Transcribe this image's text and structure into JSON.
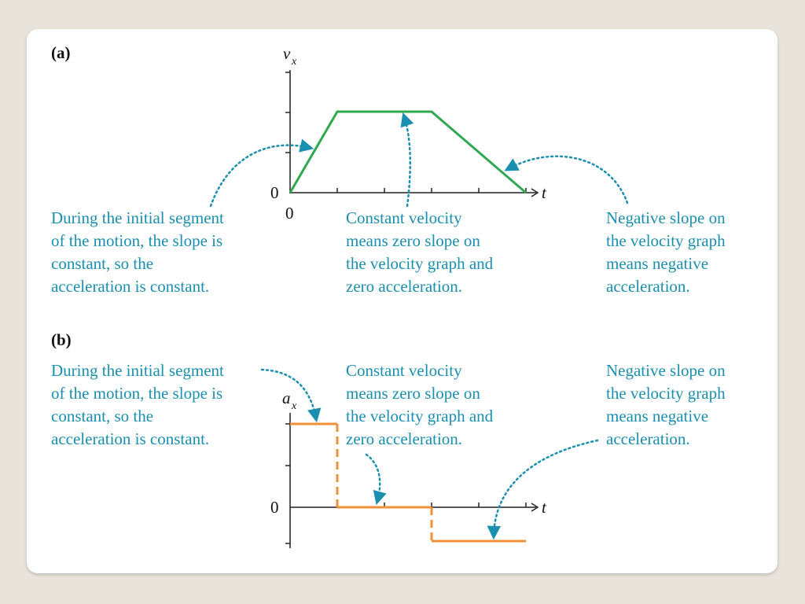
{
  "panel_a": {
    "label": "(a)",
    "y_axis": "v",
    "y_axis_sub": "x",
    "x_axis": "t",
    "zero_y": "0",
    "zero_x": "0",
    "notes": {
      "initial": "During the initial segment\nof the motion, the slope is\nconstant, so the\nacceleration is constant.",
      "constant": "Constant velocity\nmeans zero slope on\nthe velocity graph and\nzero acceleration.",
      "negative": "Negative slope on\nthe velocity graph\nmeans negative\nacceleration."
    }
  },
  "panel_b": {
    "label": "(b)",
    "y_axis": "a",
    "y_axis_sub": "x",
    "x_axis": "t",
    "zero_y": "0",
    "notes": {
      "initial": "During the initial segment\nof the motion, the slope is\nconstant, so the\nacceleration is constant.",
      "constant": "Constant velocity\nmeans zero slope on\nthe velocity graph and\nzero acceleration.",
      "negative": "Negative slope on\nthe velocity graph\nmeans negative\nacceleration."
    }
  },
  "colors": {
    "velocity_line": "#2fa84f",
    "acceleration_line": "#f0913a",
    "annotation": "#1a8fb0",
    "axis": "#222222"
  }
}
